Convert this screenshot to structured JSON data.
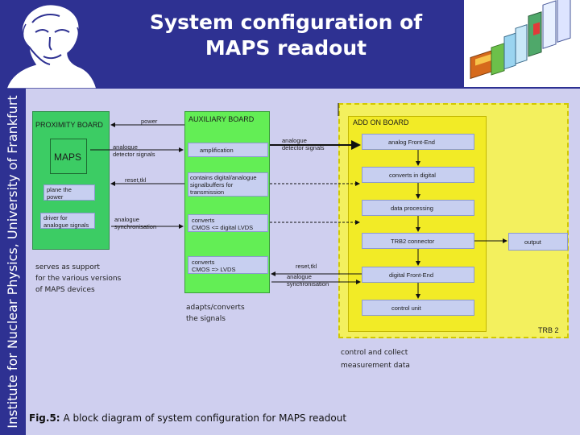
{
  "header": {
    "title_line1": "System configuration of",
    "title_line2": "MAPS readout"
  },
  "sidebar": {
    "text": "Institute for Nuclear Physics, University of Frankfurt"
  },
  "proximity": {
    "title": "PROXIMITY BOARD",
    "maps": "MAPS",
    "plane_line1": "plane the",
    "plane_line2": "power",
    "driver_line1": "driver for",
    "driver_line2": "analogue signals"
  },
  "auxiliary": {
    "title": "AUXILIARY BOARD",
    "amplification": "amplification",
    "contains_line1": "contains digital/analogue",
    "contains_line2": "signalbuffers for",
    "contains_line3": "transmission",
    "converts1_line1": "converts",
    "converts1_line2": "CMOS <= digital LVDS",
    "converts2_line1": "converts",
    "converts2_line2": "CMOS => LVDS"
  },
  "addon": {
    "title": "ADD ON BOARD",
    "analog_fe": "analog Front-End",
    "converts_digital": "converts in digital",
    "data_processing": "data processing",
    "trb2_connector": "TRB2 connector",
    "digital_fe": "digital Front-End",
    "control_unit": "control unit",
    "trb2": "TRB 2",
    "output": "output"
  },
  "arrows": {
    "power": "power",
    "analogue_det1_line1": "analogue",
    "analogue_det1_line2": "detector signals",
    "analogue_det2_line1": "analogue",
    "analogue_det2_line2": "detector signals",
    "reset_clk1": "reset,tkl",
    "reset_clk2": "reset,tkl",
    "analogue_sync1_line1": "analogue",
    "analogue_sync1_line2": "synchronisation",
    "analogue_sync2_line1": "analogue",
    "analogue_sync2_line2": "synchronisation"
  },
  "notes": {
    "serves_line1": "serves as support",
    "serves_line2": "for the various versions",
    "serves_line3": "of MAPS devices",
    "adapts_line1": "adapts/converts",
    "adapts_line2": "the signals",
    "control_line1": "control and collect",
    "control_line2": "measurement data"
  },
  "caption": {
    "label": "Fig.5:",
    "text": "A block diagram of system configuration for MAPS readout"
  },
  "colors": {
    "header": "#2e3192",
    "content_bg": "#cfcfef",
    "proximity": "#3ccc64",
    "auxiliary": "#63ee55",
    "addon": "#f2eb26",
    "trb2_bg": "#f3f05e"
  }
}
